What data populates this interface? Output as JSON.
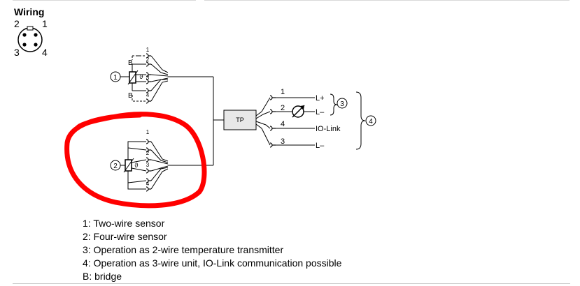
{
  "title": "Wiring",
  "connector": {
    "pins": [
      "2",
      "1",
      "3",
      "4"
    ]
  },
  "sensor1": {
    "callout": "1",
    "bridge_label": "B",
    "symbol": "ϑ",
    "pins": [
      "1",
      "2",
      "3",
      "4"
    ]
  },
  "sensor2": {
    "callout": "2",
    "symbol": "ϑ",
    "pins": [
      "1",
      "2",
      "3",
      "4"
    ]
  },
  "transmitter": {
    "label": "TP"
  },
  "outputs": {
    "pins": [
      "1",
      "2",
      "4",
      "3"
    ],
    "labels": [
      "L+",
      "L–",
      "IO-Link",
      "L–"
    ],
    "callout_3": "3",
    "callout_4": "4"
  },
  "legend": [
    "1: Two-wire sensor",
    "2: Four-wire sensor",
    "3: Operation as 2-wire temperature transmitter",
    "4: Operation as 3-wire unit, IO-Link communication possible",
    "B: bridge"
  ],
  "colors": {
    "highlight": "#ff0000",
    "line": "#000000",
    "box": "#e8e8e8"
  }
}
